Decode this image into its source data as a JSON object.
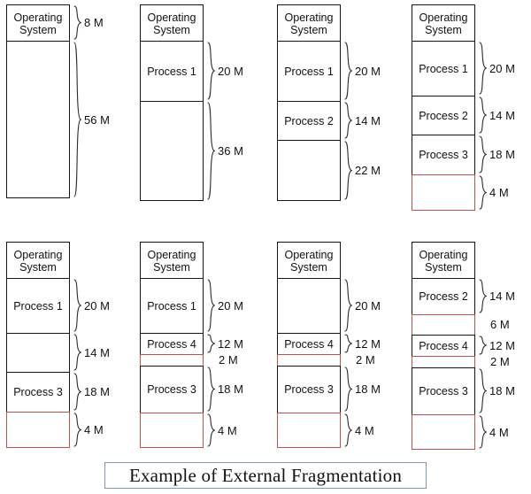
{
  "figure": {
    "caption": "Example of  External Fragmentation",
    "caption_border_color": "#8196B0",
    "block_border_color": "#141414",
    "free_block_border_color": "#C0504D",
    "os_label": "Operating\nSystem",
    "os_label_line1": "Operating",
    "os_label_line2": "System"
  },
  "diagrams": [
    {
      "id": "step-1",
      "row": 0,
      "col": 0,
      "blocks": [
        {
          "label": "Operating System",
          "size_label": "8 M",
          "free": false,
          "is_os": true,
          "show_label": true,
          "brace": true
        },
        {
          "label": "",
          "size_label": "56 M",
          "free": false,
          "is_os": false,
          "show_label": false,
          "brace": true
        }
      ]
    },
    {
      "id": "step-2",
      "row": 0,
      "col": 1,
      "blocks": [
        {
          "label": "Operating System",
          "size_label": "",
          "free": false,
          "is_os": true,
          "show_label": true,
          "brace": false
        },
        {
          "label": "Process 1",
          "size_label": "20 M",
          "free": false,
          "is_os": false,
          "show_label": true,
          "brace": true
        },
        {
          "label": "",
          "size_label": "36 M",
          "free": false,
          "is_os": false,
          "show_label": false,
          "brace": true
        }
      ]
    },
    {
      "id": "step-3",
      "row": 0,
      "col": 2,
      "blocks": [
        {
          "label": "Operating System",
          "size_label": "",
          "free": false,
          "is_os": true,
          "show_label": true,
          "brace": false
        },
        {
          "label": "Process 1",
          "size_label": "20 M",
          "free": false,
          "is_os": false,
          "show_label": true,
          "brace": true
        },
        {
          "label": "Process 2",
          "size_label": "14 M",
          "free": false,
          "is_os": false,
          "show_label": true,
          "brace": true
        },
        {
          "label": "",
          "size_label": "22 M",
          "free": false,
          "is_os": false,
          "show_label": false,
          "brace": true
        }
      ]
    },
    {
      "id": "step-4",
      "row": 0,
      "col": 3,
      "blocks": [
        {
          "label": "Operating System",
          "size_label": "",
          "free": false,
          "is_os": true,
          "show_label": true,
          "brace": false
        },
        {
          "label": "Process 1",
          "size_label": "20 M",
          "free": false,
          "is_os": false,
          "show_label": true,
          "brace": true
        },
        {
          "label": "Process 2",
          "size_label": "14 M",
          "free": false,
          "is_os": false,
          "show_label": true,
          "brace": true
        },
        {
          "label": "Process 3",
          "size_label": "18 M",
          "free": false,
          "is_os": false,
          "show_label": true,
          "brace": true
        },
        {
          "label": "",
          "size_label": "4 M",
          "free": true,
          "is_os": false,
          "show_label": false,
          "brace": true
        }
      ]
    },
    {
      "id": "step-5",
      "row": 1,
      "col": 0,
      "blocks": [
        {
          "label": "Operating System",
          "size_label": "",
          "free": false,
          "is_os": true,
          "show_label": true,
          "brace": false
        },
        {
          "label": "Process 1",
          "size_label": "20 M",
          "free": false,
          "is_os": false,
          "show_label": true,
          "brace": true
        },
        {
          "label": "",
          "size_label": "14 M",
          "free": false,
          "is_os": false,
          "show_label": false,
          "brace": true
        },
        {
          "label": "Process 3",
          "size_label": "18 M",
          "free": false,
          "is_os": false,
          "show_label": true,
          "brace": true
        },
        {
          "label": "",
          "size_label": "4 M",
          "free": true,
          "is_os": false,
          "show_label": false,
          "brace": true
        }
      ]
    },
    {
      "id": "step-6",
      "row": 1,
      "col": 1,
      "blocks": [
        {
          "label": "Operating System",
          "size_label": "",
          "free": false,
          "is_os": true,
          "show_label": true,
          "brace": false
        },
        {
          "label": "Process 1",
          "size_label": "20 M",
          "free": false,
          "is_os": false,
          "show_label": true,
          "brace": true
        },
        {
          "label": "Process 4",
          "size_label": "12 M",
          "free": false,
          "is_os": false,
          "show_label": true,
          "brace": true
        },
        {
          "label": "",
          "size_label": "2 M",
          "free": true,
          "is_os": false,
          "show_label": false,
          "brace": false
        },
        {
          "label": "Process 3",
          "size_label": "18 M",
          "free": false,
          "is_os": false,
          "show_label": true,
          "brace": true
        },
        {
          "label": "",
          "size_label": "4 M",
          "free": true,
          "is_os": false,
          "show_label": false,
          "brace": true
        }
      ]
    },
    {
      "id": "step-7",
      "row": 1,
      "col": 2,
      "blocks": [
        {
          "label": "Operating System",
          "size_label": "",
          "free": false,
          "is_os": true,
          "show_label": true,
          "brace": false
        },
        {
          "label": "",
          "size_label": "20 M",
          "free": false,
          "is_os": false,
          "show_label": false,
          "brace": true
        },
        {
          "label": "Process 4",
          "size_label": "12 M",
          "free": false,
          "is_os": false,
          "show_label": true,
          "brace": true
        },
        {
          "label": "",
          "size_label": "2 M",
          "free": true,
          "is_os": false,
          "show_label": false,
          "brace": false
        },
        {
          "label": "Process 3",
          "size_label": "18 M",
          "free": false,
          "is_os": false,
          "show_label": true,
          "brace": true
        },
        {
          "label": "",
          "size_label": "4 M",
          "free": true,
          "is_os": false,
          "show_label": false,
          "brace": true
        }
      ]
    },
    {
      "id": "step-8",
      "row": 1,
      "col": 3,
      "blocks": [
        {
          "label": "Operating System",
          "size_label": "",
          "free": false,
          "is_os": true,
          "show_label": true,
          "brace": false
        },
        {
          "label": "Process 2",
          "size_label": "14 M",
          "free": false,
          "is_os": false,
          "show_label": true,
          "brace": true
        },
        {
          "label": "",
          "size_label": "6 M",
          "free": true,
          "is_os": false,
          "show_label": false,
          "brace": false
        },
        {
          "label": "Process 4",
          "size_label": "12 M",
          "free": false,
          "is_os": false,
          "show_label": true,
          "brace": true
        },
        {
          "label": "",
          "size_label": "2 M",
          "free": true,
          "is_os": false,
          "show_label": false,
          "brace": false
        },
        {
          "label": "Process 3",
          "size_label": "18 M",
          "free": false,
          "is_os": false,
          "show_label": true,
          "brace": true
        },
        {
          "label": "",
          "size_label": "4 M",
          "free": true,
          "is_os": false,
          "show_label": false,
          "brace": true
        }
      ]
    }
  ]
}
